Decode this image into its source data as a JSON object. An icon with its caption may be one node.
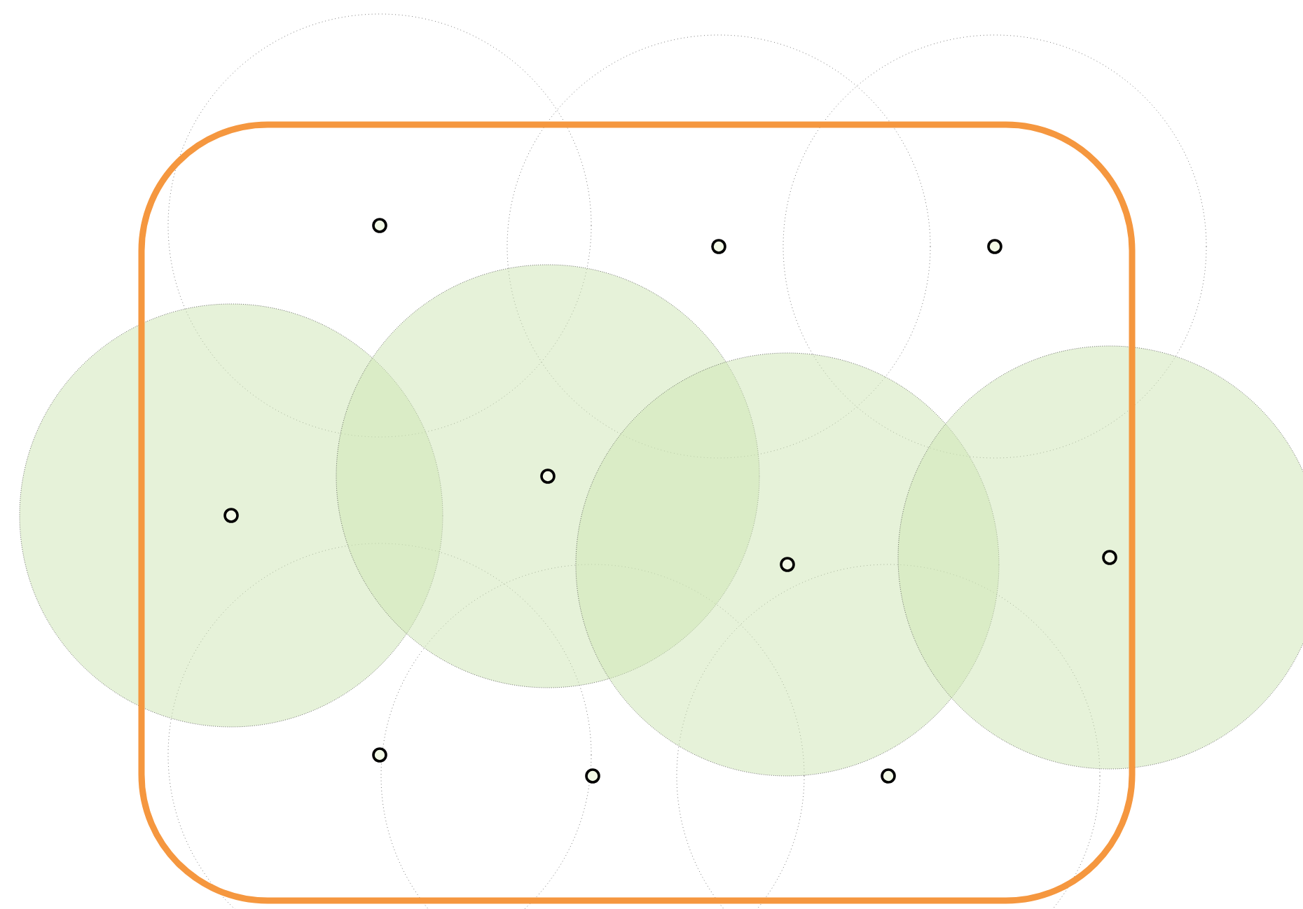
{
  "diagram": {
    "nodes": [
      {
        "text": [],
        "shape": "box"
      },
      {
        "text": [],
        "shape": "circle"
      },
      {
        "text": [],
        "shape": "circle"
      },
      {
        "text": [],
        "shape": "circle"
      },
      {
        "text": [],
        "shape": "circle"
      },
      {
        "text": [],
        "shape": "circle",
        "in": 0
      },
      {
        "text": [],
        "shape": "circle",
        "in": 0
      },
      {
        "text": [],
        "shape": "circle"
      },
      {
        "text": [],
        "shape": "circle"
      },
      {
        "text": [],
        "shape": "circle"
      },
      {
        "text": [],
        "shape": "circle"
      }
    ]
  }
}
